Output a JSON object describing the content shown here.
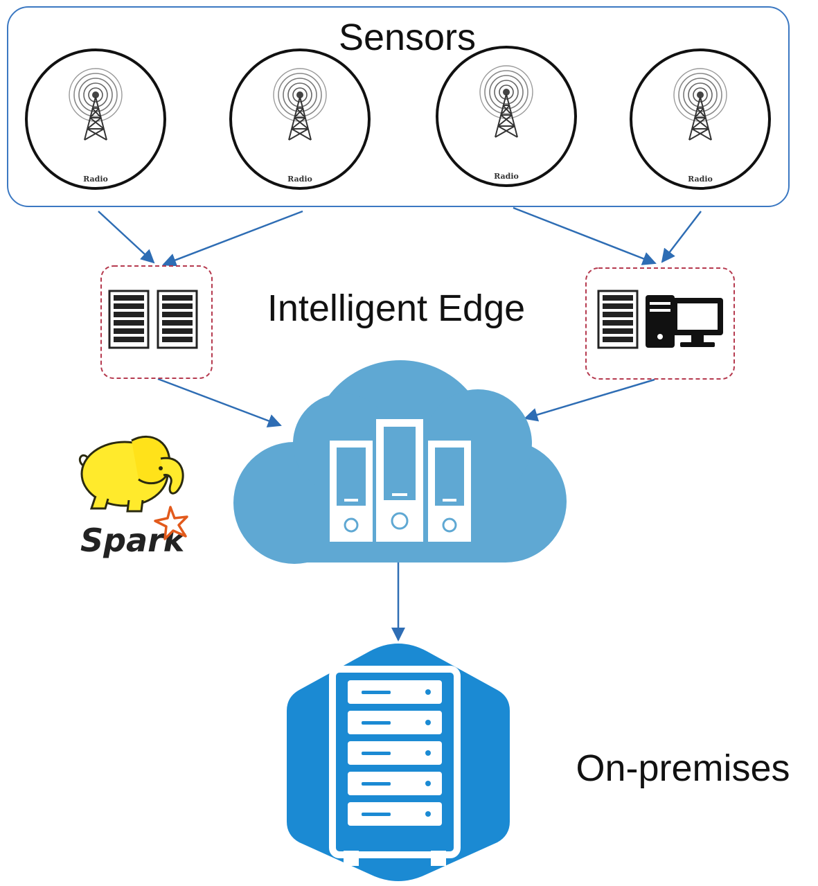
{
  "diagram": {
    "sensors": {
      "title": "Sensors",
      "radio_label": "Radio",
      "node_count": 4
    },
    "edge": {
      "title": "Intelligent Edge",
      "left_node_icon": "server-rack-icon",
      "right_node_icon": "server-and-desktop-icon"
    },
    "cloud": {
      "icon": "cloud-servers-icon"
    },
    "on_premises": {
      "title": "On-premises",
      "icon": "server-rack-icon"
    },
    "logos": {
      "hadoop": "hadoop-elephant-logo",
      "spark": "Spark"
    }
  },
  "colors": {
    "connector": "#2E6DB4",
    "sensor_group_border": "#3B78C2",
    "edge_box_border": "#B5394E",
    "cloud": "#5FA8D3",
    "on_prem": "#1B8AD3",
    "hadoop_yellow": "#FFEA2C",
    "spark_orange": "#E25A1C"
  }
}
